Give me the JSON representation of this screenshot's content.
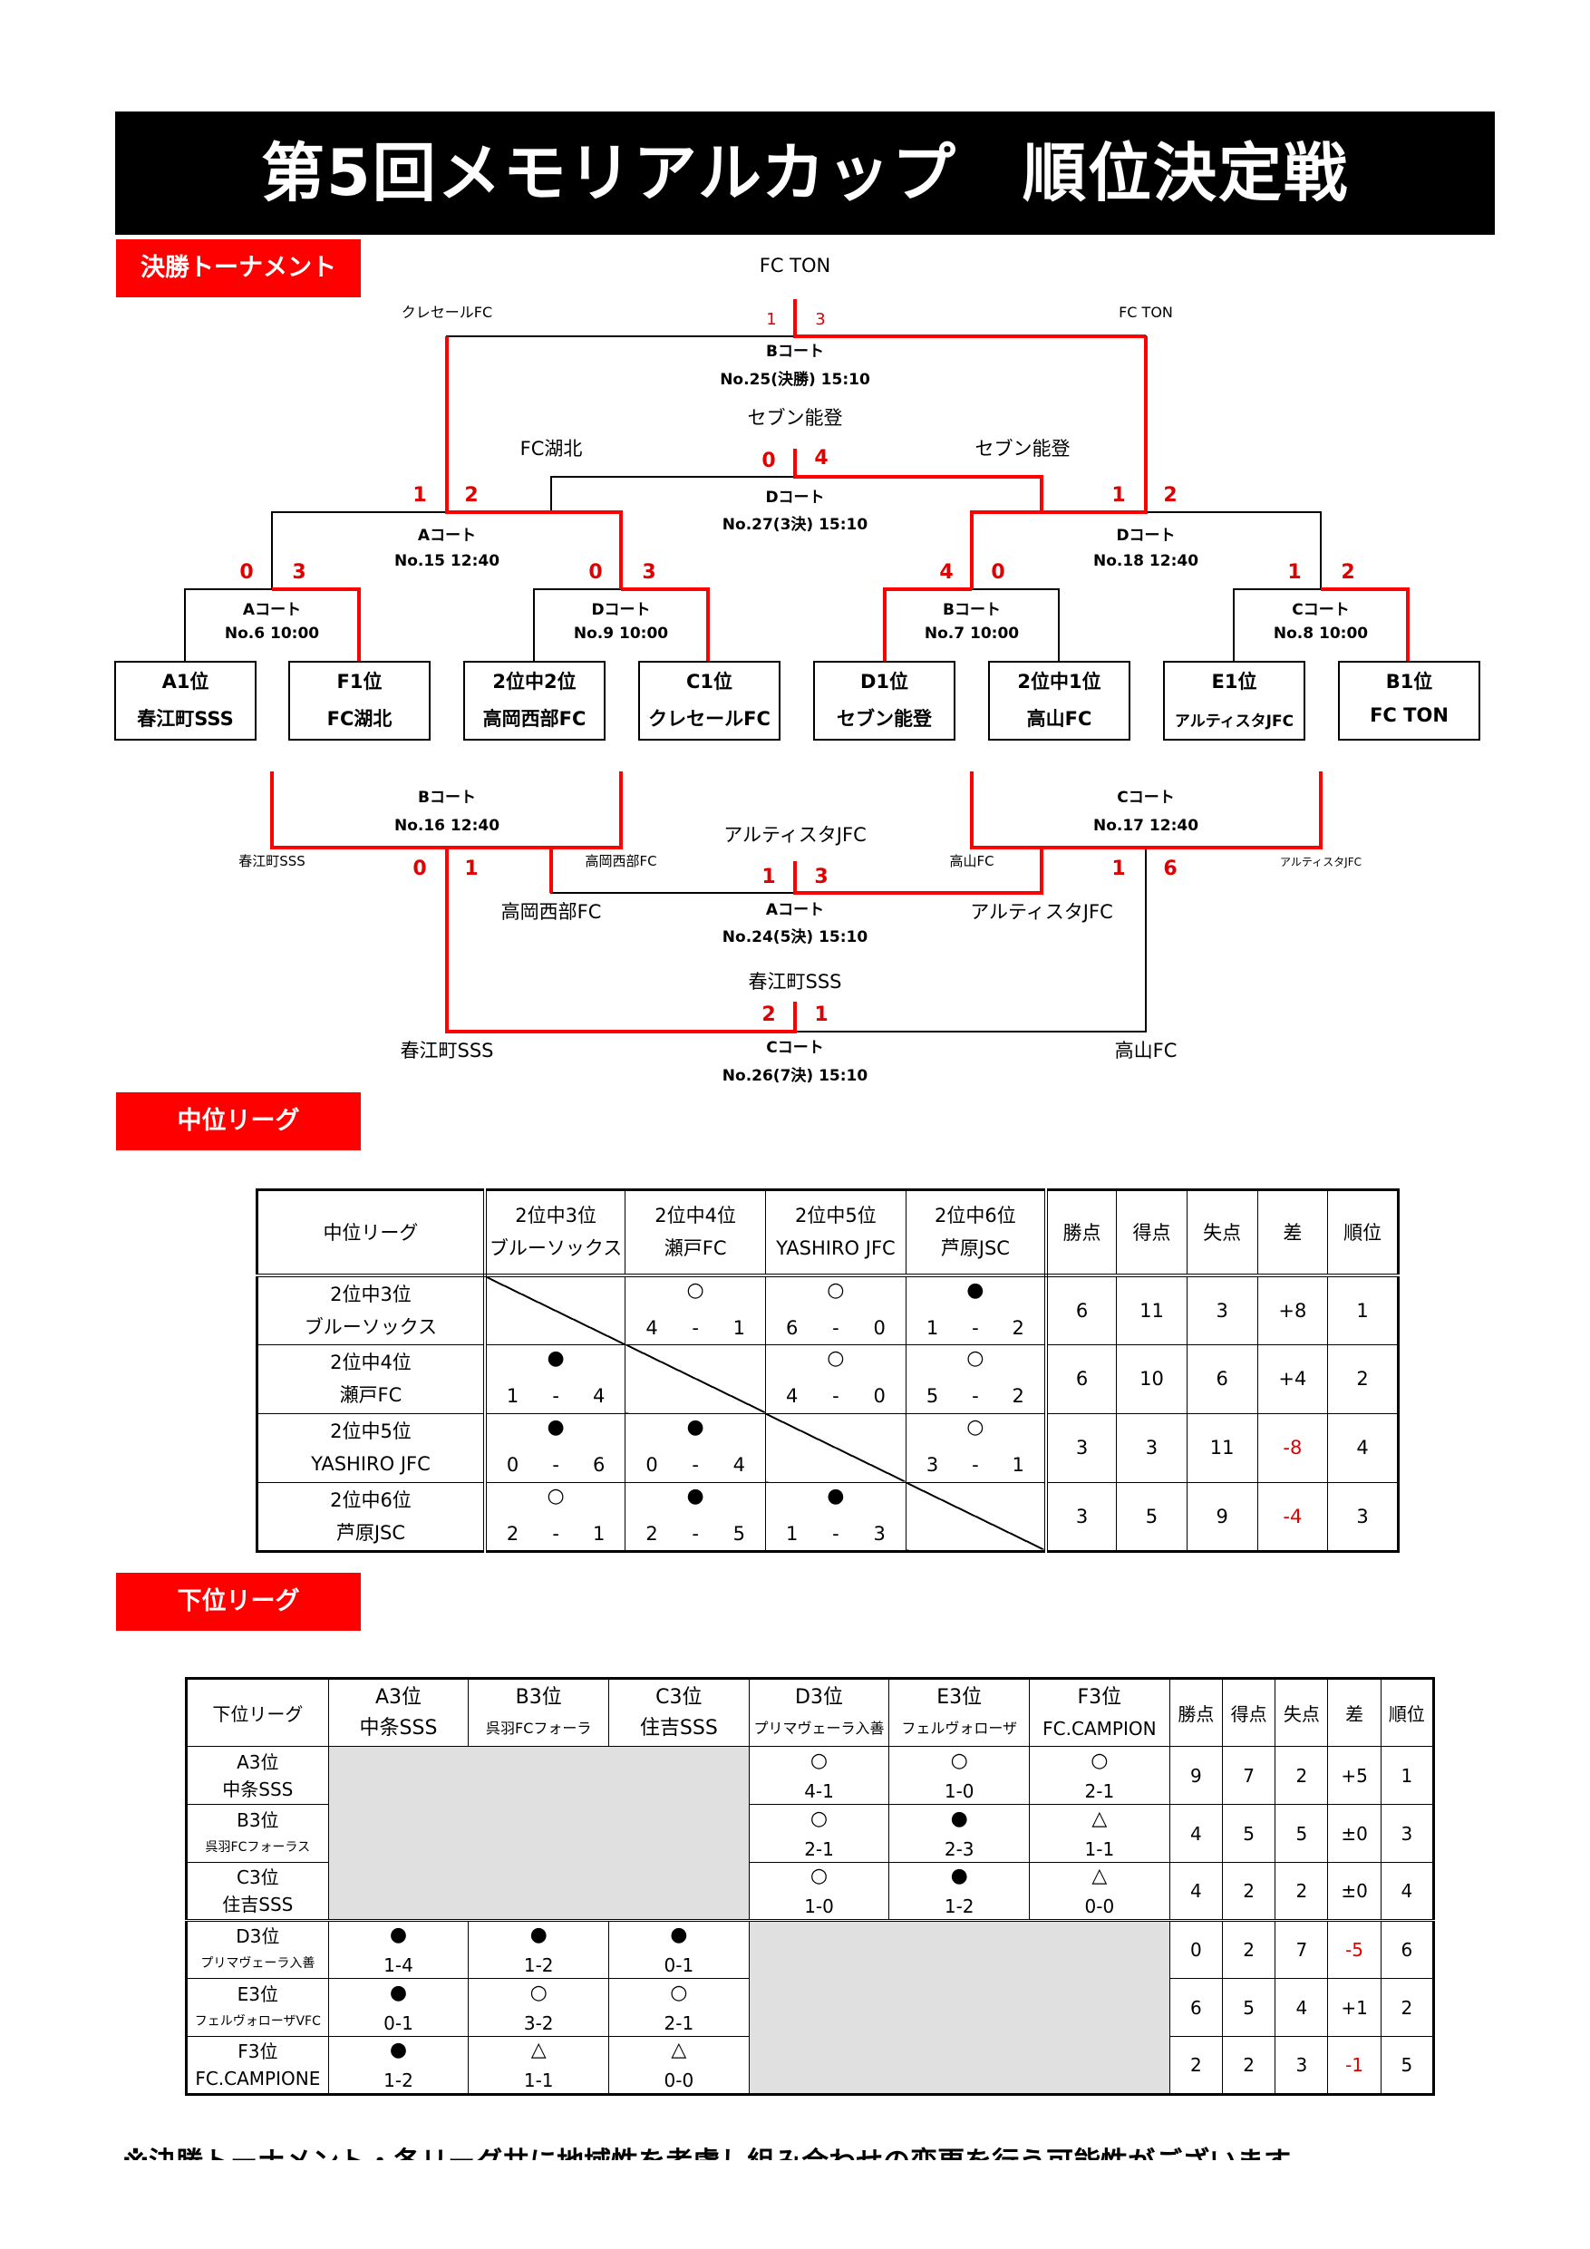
{
  "title": "第5回メモリアルカップ　順位決定戦",
  "sections": {
    "tournament": "決勝トーナメント",
    "mid_league": "中位リーグ",
    "low_league": "下位リーグ"
  },
  "tournament": {
    "teams": [
      {
        "rank": "A1位",
        "name": "春江町SSS"
      },
      {
        "rank": "F1位",
        "name": "FC湖北"
      },
      {
        "rank": "2位中2位",
        "name": "高岡西部FC"
      },
      {
        "rank": "C1位",
        "name": "クレセールFC"
      },
      {
        "rank": "D1位",
        "name": "セブン能登"
      },
      {
        "rank": "2位中1位",
        "name": "高山FC"
      },
      {
        "rank": "E1位",
        "name": "アルティスタJFC"
      },
      {
        "rank": "B1位",
        "name": "FC TON"
      }
    ],
    "matches": {
      "m6": {
        "court": "Aコート",
        "info": "No.6 10:00",
        "s1": "0",
        "s2": "3"
      },
      "m9": {
        "court": "Dコート",
        "info": "No.9 10:00",
        "s1": "0",
        "s2": "3"
      },
      "m7": {
        "court": "Bコート",
        "info": "No.7 10:00",
        "s1": "4",
        "s2": "0"
      },
      "m8": {
        "court": "Cコート",
        "info": "No.8 10:00",
        "s1": "1",
        "s2": "2"
      },
      "m15": {
        "court": "Aコート",
        "info": "No.15 12:40",
        "s1": "1",
        "s2": "2"
      },
      "m18": {
        "court": "Dコート",
        "info": "No.18 12:40",
        "s1": "1",
        "s2": "2"
      },
      "m25": {
        "court": "Bコート",
        "info": "No.25(決勝) 15:10",
        "s1": "1",
        "s2": "3",
        "left": "クレセールFC",
        "right": "FC TON",
        "winner": "FC TON"
      },
      "m27": {
        "court": "Dコート",
        "info": "No.27(3決) 15:10",
        "s1": "0",
        "s2": "4",
        "left": "FC湖北",
        "right": "セブン能登",
        "winner": "セブン能登"
      },
      "m16": {
        "court": "Bコート",
        "info": "No.16 12:40",
        "s1": "0",
        "s2": "1",
        "left": "春江町SSS",
        "right": "高岡西部FC"
      },
      "m17": {
        "court": "Cコート",
        "info": "No.17 12:40",
        "s1": "1",
        "s2": "6",
        "left": "高山FC",
        "right": "アルティスタJFC"
      },
      "m24": {
        "court": "Aコート",
        "info": "No.24(5決) 15:10",
        "s1": "1",
        "s2": "3",
        "left": "高岡西部FC",
        "right": "アルティスタJFC",
        "winner": "アルティスタJFC"
      },
      "m26": {
        "court": "Cコート",
        "info": "No.26(7決) 15:10",
        "s1": "2",
        "s2": "1",
        "left": "春江町SSS",
        "right": "高山FC",
        "winner": "春江町SSS"
      }
    }
  },
  "mid": {
    "corner": "中位リーグ",
    "teams": [
      {
        "rank": "2位中3位",
        "name": "ブルーソックス"
      },
      {
        "rank": "2位中4位",
        "name": "瀬戸FC"
      },
      {
        "rank": "2位中5位",
        "name": "YASHIRO JFC"
      },
      {
        "rank": "2位中6位",
        "name": "芦原JSC"
      }
    ],
    "stat_headers": [
      "勝点",
      "得点",
      "失点",
      "差",
      "順位"
    ],
    "rows": [
      {
        "cells": [
          null,
          {
            "m": "○",
            "a": "4",
            "d": "-",
            "b": "1"
          },
          {
            "m": "○",
            "a": "6",
            "d": "-",
            "b": "0"
          },
          {
            "m": "●",
            "a": "1",
            "d": "-",
            "b": "2"
          }
        ],
        "stats": [
          "6",
          "11",
          "3",
          "+8",
          "1"
        ]
      },
      {
        "cells": [
          {
            "m": "●",
            "a": "1",
            "d": "-",
            "b": "4"
          },
          null,
          {
            "m": "○",
            "a": "4",
            "d": "-",
            "b": "0"
          },
          {
            "m": "○",
            "a": "5",
            "d": "-",
            "b": "2"
          }
        ],
        "stats": [
          "6",
          "10",
          "6",
          "+4",
          "2"
        ]
      },
      {
        "cells": [
          {
            "m": "●",
            "a": "0",
            "d": "-",
            "b": "6"
          },
          {
            "m": "●",
            "a": "0",
            "d": "-",
            "b": "4"
          },
          null,
          {
            "m": "○",
            "a": "3",
            "d": "-",
            "b": "1"
          }
        ],
        "stats": [
          "3",
          "3",
          "11",
          "-8",
          "4"
        ]
      },
      {
        "cells": [
          {
            "m": "○",
            "a": "2",
            "d": "-",
            "b": "1"
          },
          {
            "m": "●",
            "a": "2",
            "d": "-",
            "b": "5"
          },
          {
            "m": "●",
            "a": "1",
            "d": "-",
            "b": "3"
          },
          null
        ],
        "stats": [
          "3",
          "5",
          "9",
          "-4",
          "3"
        ]
      }
    ]
  },
  "low": {
    "corner": "下位リーグ",
    "teams": [
      {
        "rank": "A3位",
        "name": "中条SSS",
        "row_name": "中条SSS"
      },
      {
        "rank": "B3位",
        "name": "呉羽FCフォーラ",
        "row_name": "呉羽FCフォーラス"
      },
      {
        "rank": "C3位",
        "name": "住吉SSS",
        "row_name": "住吉SSS"
      },
      {
        "rank": "D3位",
        "name": "プリマヴェーラ入善",
        "row_name": "プリマヴェーラ入善"
      },
      {
        "rank": "E3位",
        "name": "フェルヴォローザ",
        "row_name": "フェルヴォローザVFC"
      },
      {
        "rank": "F3位",
        "name": "FC.CAMPION",
        "row_name": "FC.CAMPIONE"
      }
    ],
    "stat_headers": [
      "勝点",
      "得点",
      "失点",
      "差",
      "順位"
    ],
    "top_results": [
      [
        {
          "m": "○",
          "s": "4-1"
        },
        {
          "m": "○",
          "s": "1-0"
        },
        {
          "m": "○",
          "s": "2-1"
        }
      ],
      [
        {
          "m": "○",
          "s": "2-1"
        },
        {
          "m": "●",
          "s": "2-3"
        },
        {
          "m": "△",
          "s": "1-1"
        }
      ],
      [
        {
          "m": "○",
          "s": "1-0"
        },
        {
          "m": "●",
          "s": "1-2"
        },
        {
          "m": "△",
          "s": "0-0"
        }
      ]
    ],
    "bottom_results": [
      [
        {
          "m": "●",
          "s": "1-4"
        },
        {
          "m": "●",
          "s": "1-2"
        },
        {
          "m": "●",
          "s": "0-1"
        }
      ],
      [
        {
          "m": "●",
          "s": "0-1"
        },
        {
          "m": "○",
          "s": "3-2"
        },
        {
          "m": "○",
          "s": "2-1"
        }
      ],
      [
        {
          "m": "●",
          "s": "1-2"
        },
        {
          "m": "△",
          "s": "1-1"
        },
        {
          "m": "△",
          "s": "0-0"
        }
      ]
    ],
    "stats": [
      [
        "9",
        "7",
        "2",
        "+5",
        "1"
      ],
      [
        "4",
        "5",
        "5",
        "±0",
        "3"
      ],
      [
        "4",
        "2",
        "2",
        "±0",
        "4"
      ],
      [
        "0",
        "2",
        "7",
        "-5",
        "6"
      ],
      [
        "6",
        "5",
        "4",
        "+1",
        "2"
      ],
      [
        "2",
        "2",
        "3",
        "-1",
        "5"
      ]
    ]
  },
  "footnote": "※決勝トーナメント・各リーグ共に地域性を考慮し組み合わせの変更を行う可能性がございます。",
  "colors": {
    "accent": "#ff0000",
    "score": "#e00000",
    "title_bg": "#000000",
    "gray_cell": "#e0e0e0"
  }
}
